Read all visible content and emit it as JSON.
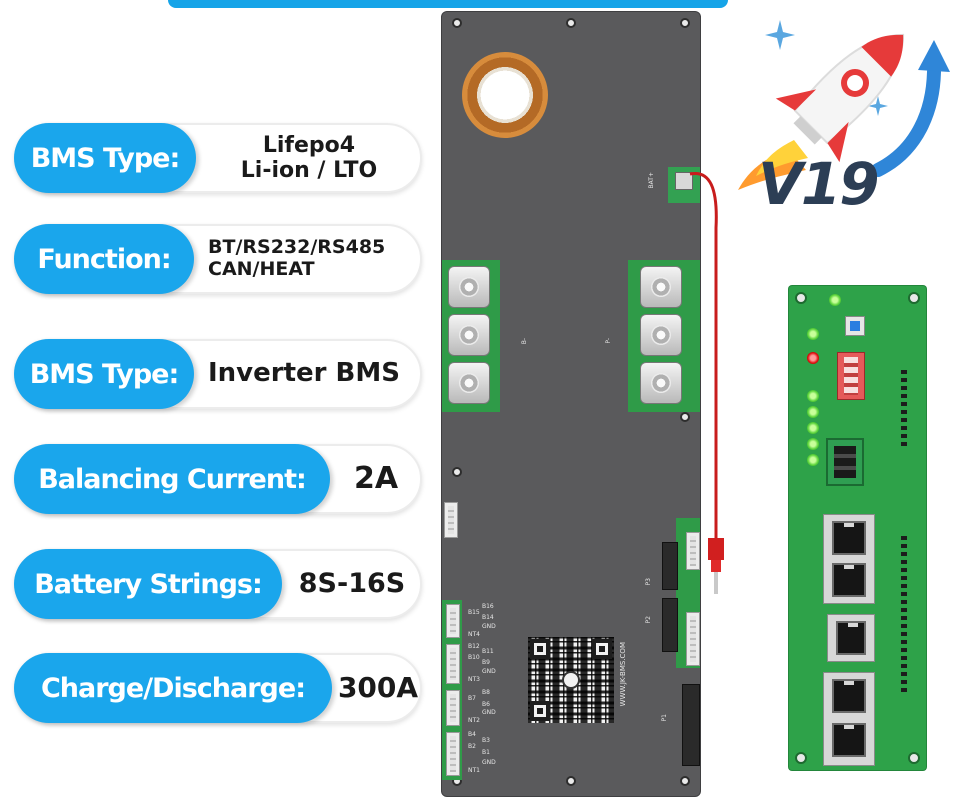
{
  "specs": [
    {
      "label": "BMS Type:",
      "value_lines": [
        "Lifepo4",
        "Li-ion / LTO"
      ]
    },
    {
      "label": "Function:",
      "value_lines": [
        "BT/RS232/RS485",
        "CAN/HEAT"
      ]
    },
    {
      "label": "BMS Type:",
      "value_lines": [
        "Inverter BMS"
      ]
    },
    {
      "label": "Balancing Current:",
      "value_lines": [
        "2A"
      ]
    },
    {
      "label": "Battery Strings:",
      "value_lines": [
        "8S-16S"
      ]
    },
    {
      "label": "Charge/Discharge:",
      "value_lines": [
        "300A"
      ]
    }
  ],
  "badge": {
    "text": "V19",
    "icon": "rocket-icon"
  },
  "board": {
    "silk_bat": "BAT+",
    "silk_b": "B-",
    "silk_p": "P-",
    "silk_web": "WWW.JK-BMS.COM",
    "silk_p1": "P1",
    "silk_p2": "P2",
    "silk_p3": "P3",
    "balance_labels": [
      [
        "B16",
        "B15",
        "B14",
        "GND",
        "NT4"
      ],
      [
        "B12",
        "B11",
        "B10",
        "B9",
        "GND",
        "NT3"
      ],
      [
        "B8",
        "B7",
        "B6",
        "GND",
        "NT2"
      ],
      [
        "B4",
        "B3",
        "B2",
        "B1",
        "GND",
        "NT1"
      ]
    ]
  },
  "colors": {
    "accent": "#1aa6ec",
    "board_gray": "#5a5a5c",
    "pcb_green": "#2ea249",
    "wire_red": "#c81c1c"
  }
}
